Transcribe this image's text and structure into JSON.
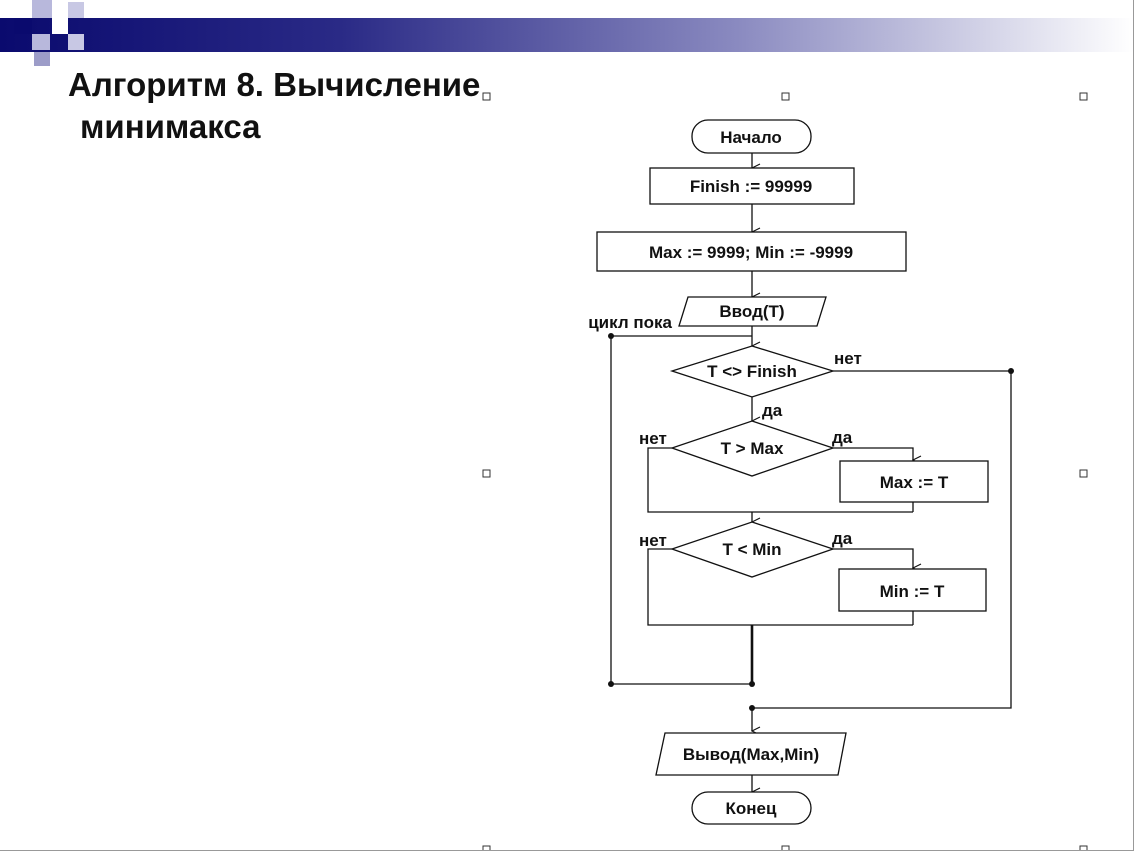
{
  "slide": {
    "title_line1": "Алгоритм 8. Вычисление",
    "title_line2": "минимакса"
  },
  "flowchart": {
    "start": "Начало",
    "finish_init": "Finish := 99999",
    "maxmin_init": "Max := 9999; Min := -9999",
    "input": "Ввод(T)",
    "loop_label": "цикл пока",
    "cond_loop": "T <> Finish",
    "cond_loop_no": "нет",
    "cond_loop_yes": "да",
    "cond_max": "T > Max",
    "cond_max_no": "нет",
    "cond_max_yes": "да",
    "assign_max": "Max := T",
    "cond_min": "T < Min",
    "cond_min_no": "нет",
    "cond_min_yes": "да",
    "assign_min": "Min := T",
    "output": "Вывод(Max,Min)",
    "end": "Конец"
  },
  "colors": {
    "header_dark": "#0a0a6e",
    "line": "#111111"
  }
}
